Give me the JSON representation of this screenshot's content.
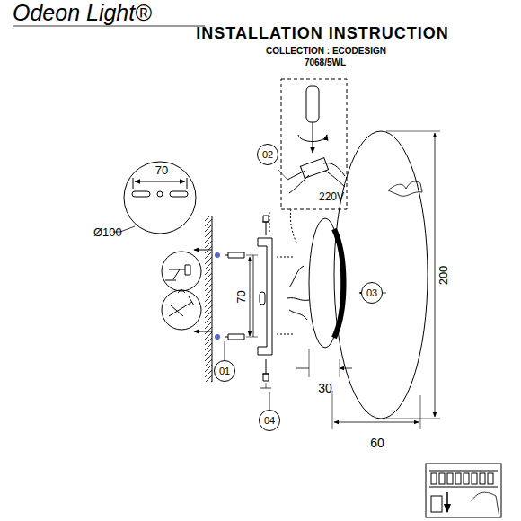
{
  "diagram": {
    "title": "INSTALLATION INSTRUCTION",
    "nodes": [
      {
        "text": [
          "02"
        ]
      },
      {
        "text": [
          "03"
        ]
      },
      {
        "text": [
          "01"
        ]
      },
      {
        "text": [
          "04"
        ]
      }
    ],
    "labels": [
      "Odeon Light®",
      "COLLECTION : ECODESIGN",
      "7068/5WL",
      "70",
      "Ø100",
      "220V",
      "70",
      "200",
      "30",
      "60"
    ]
  }
}
